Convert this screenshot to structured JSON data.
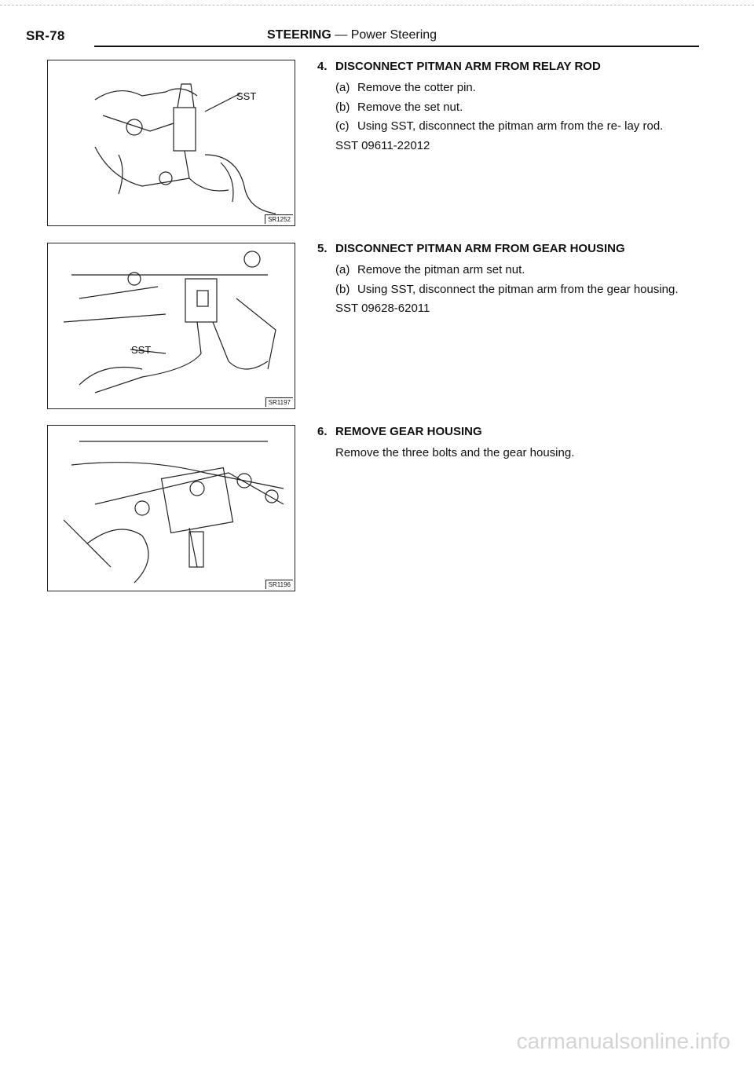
{
  "header": {
    "page_id": "SR-78",
    "section_bold": "STEERING",
    "section_rest": " — Power Steering"
  },
  "figures": [
    {
      "code": "SR1252",
      "label": "SST"
    },
    {
      "code": "SR1197",
      "label": "SST"
    },
    {
      "code": "SR1196"
    }
  ],
  "steps": [
    {
      "num": "4.",
      "title": "DISCONNECT PITMAN ARM FROM RELAY ROD",
      "subs": [
        {
          "label": "(a)",
          "text": "Remove the cotter pin."
        },
        {
          "label": "(b)",
          "text": "Remove the set nut."
        },
        {
          "label": "(c)",
          "text": "Using SST, disconnect the pitman arm from the re- lay rod."
        }
      ],
      "sst": "SST 09611-22012"
    },
    {
      "num": "5.",
      "title": "DISCONNECT PITMAN ARM FROM GEAR HOUSING",
      "subs": [
        {
          "label": "(a)",
          "text": "Remove the pitman arm set nut."
        },
        {
          "label": "(b)",
          "text": "Using SST, disconnect the pitman arm from the gear housing."
        }
      ],
      "sst": "SST 09628-62011"
    },
    {
      "num": "6.",
      "title": "REMOVE GEAR HOUSING",
      "text": "Remove the three bolts and the gear housing."
    }
  ],
  "watermark": "carmanualsonline.info"
}
